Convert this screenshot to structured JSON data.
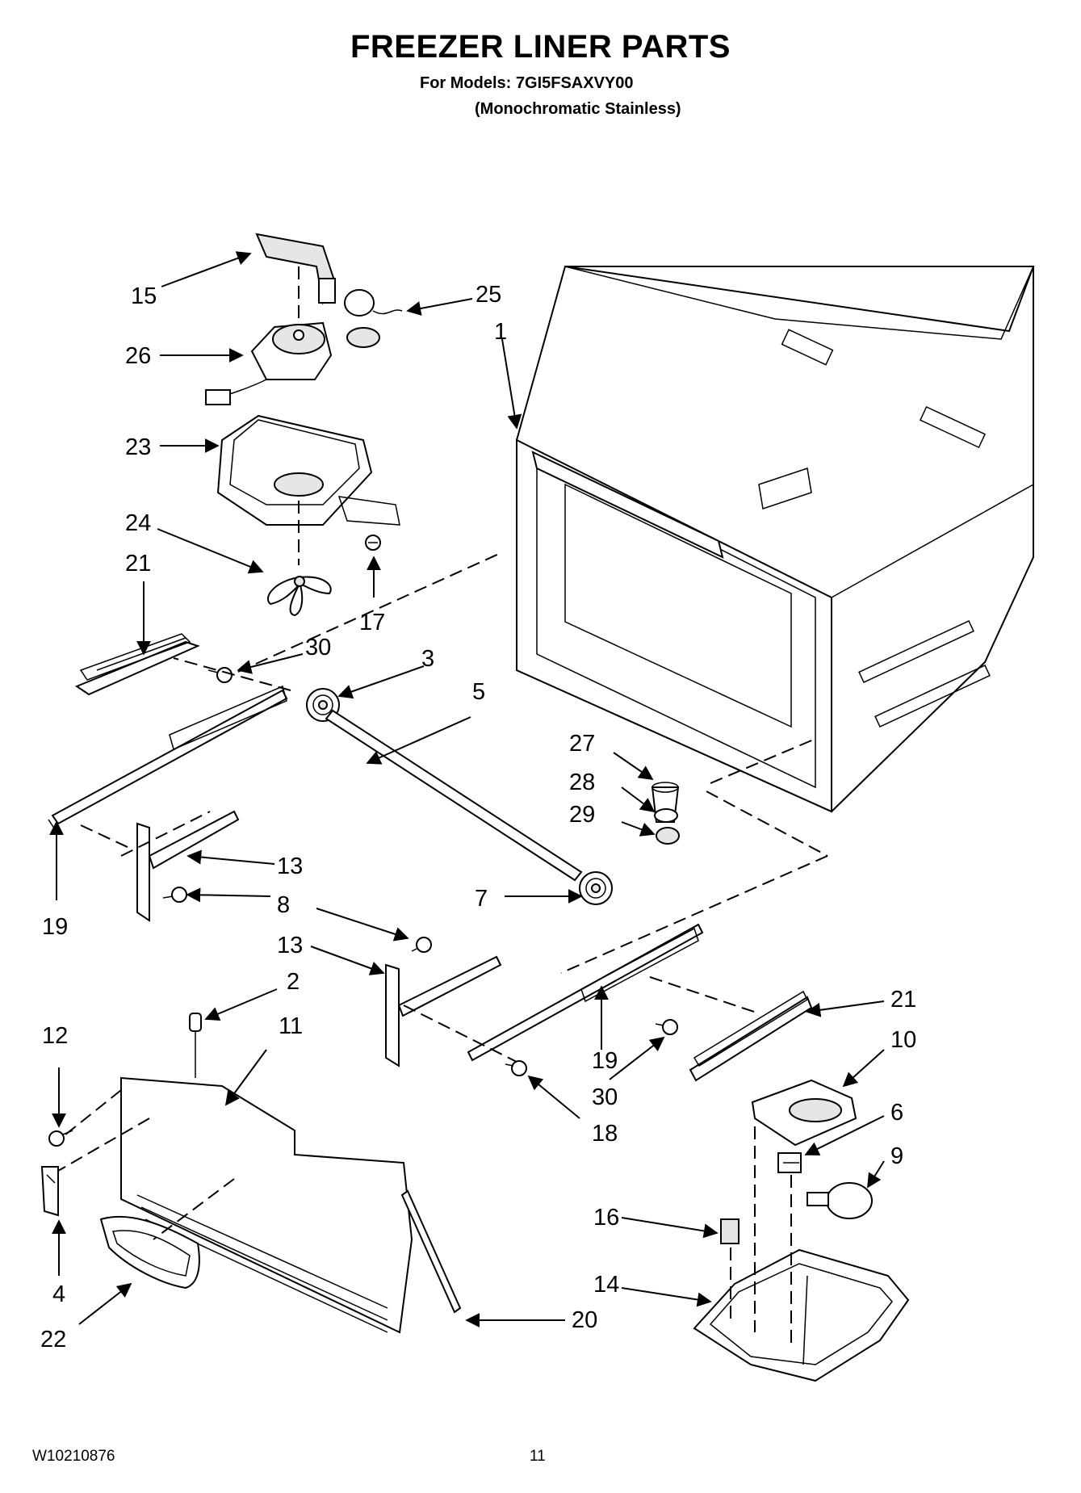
{
  "page": {
    "title": "FREEZER LINER PARTS",
    "models_line": "For Models: 7GI5FSAXVY00",
    "variant_line": "(Monochromatic Stainless)",
    "doc_number": "W10210876",
    "page_number": "11"
  },
  "callouts": {
    "c1": "1",
    "c2": "2",
    "c3": "3",
    "c4": "4",
    "c5": "5",
    "c6": "6",
    "c7": "7",
    "c8": "8",
    "c9": "9",
    "c10": "10",
    "c11": "11",
    "c12": "12",
    "c13a": "13",
    "c13b": "13",
    "c14": "14",
    "c15": "15",
    "c16": "16",
    "c17": "17",
    "c18": "18",
    "c19a": "19",
    "c19b": "19",
    "c20": "20",
    "c21a": "21",
    "c21b": "21",
    "c22": "22",
    "c23": "23",
    "c24": "24",
    "c25": "25",
    "c26": "26",
    "c27": "27",
    "c28": "28",
    "c29": "29",
    "c30a": "30",
    "c30b": "30"
  }
}
